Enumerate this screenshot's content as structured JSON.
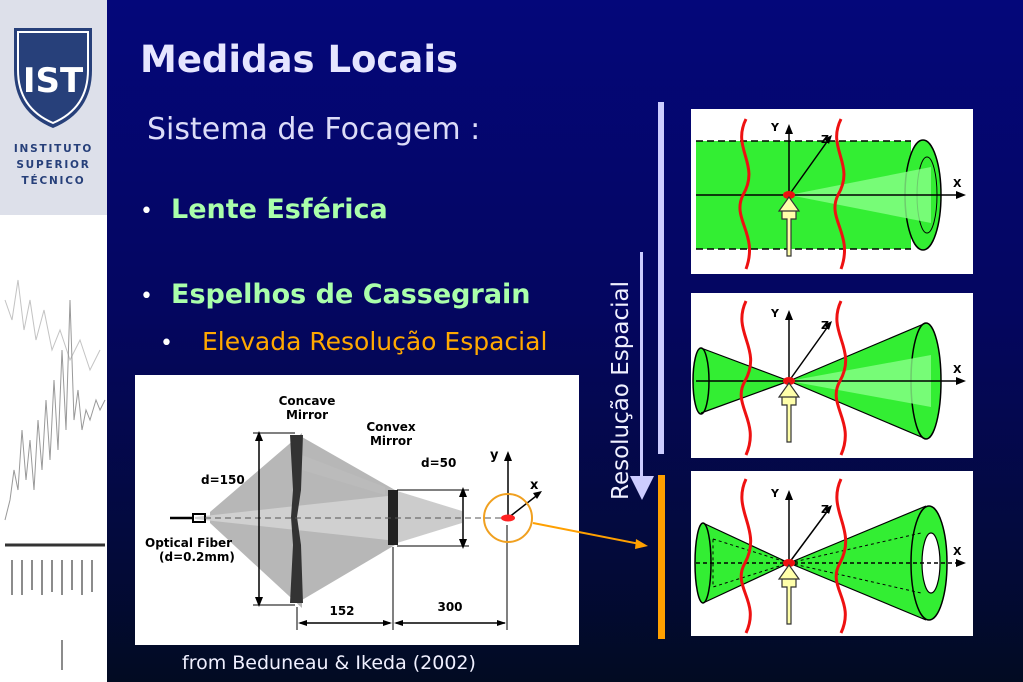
{
  "logo": {
    "line1": "INSTITUTO",
    "line2": "SUPERIOR",
    "line3": "TÉCNICO",
    "monogram": "IST"
  },
  "title": "Medidas Locais",
  "subtitle": "Sistema de Focagem :",
  "bullets": [
    {
      "text": "Lente Esférica"
    },
    {
      "text": "Espelhos de Cassegrain"
    }
  ],
  "sub_bullet": "Elevada Resolução Espacial",
  "caption": "from Beduneau & Ikeda (2002)",
  "vertical_label": "Resolução Espacial",
  "diagram": {
    "concave_label_1": "Concave",
    "concave_label_2": "Mirror",
    "convex_label_1": "Convex",
    "convex_label_2": "Mirror",
    "d150": "d=150",
    "d50": "d=50",
    "fiber_1": "Optical Fiber",
    "fiber_2": "(d=0.2mm)",
    "dim_152": "152",
    "dim_300": "300",
    "axis_y": "y",
    "axis_x": "x"
  },
  "panels": {
    "axis_y": "Y",
    "axis_z": "Z",
    "axis_x": "X"
  },
  "colors": {
    "background": "#04077a",
    "title": "#e6e6ff",
    "bullet": "#aaffaa",
    "sub_bullet": "#ffa800",
    "beam_green": "#22ee22",
    "marker_red": "#ee1111",
    "arrow_orange": "#ffa000",
    "bar_lavender": "#ccccff"
  }
}
